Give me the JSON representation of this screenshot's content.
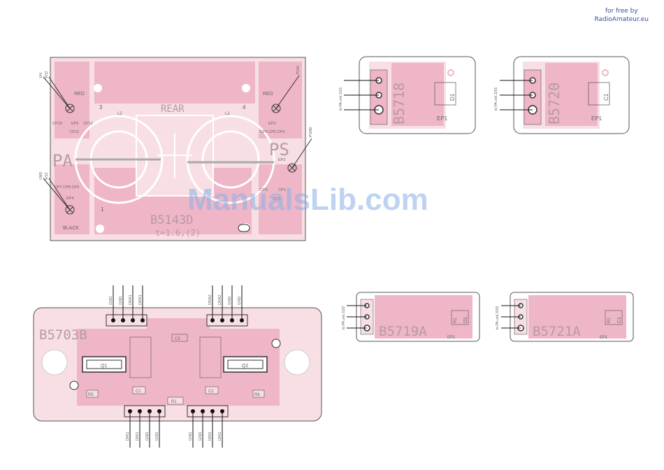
{
  "credit": {
    "line1": "for free by",
    "line2": "RadioAmateur.eu"
  },
  "watermark": "ManualsLib.com",
  "colors": {
    "board": "#f7dfe4",
    "copper": "#efb6c7",
    "outline": "#555555",
    "text": "#b89aa4"
  },
  "board_b5143d": {
    "name": "B5143D",
    "thickness": "t=1.6,(2)",
    "rear": "REAR",
    "pa": "PA",
    "ps": "PS",
    "corner3": "3",
    "corner4": "4",
    "corner1": "1",
    "l2": "L2",
    "l1": "L1",
    "red_left": "RED",
    "red_right": "RED",
    "black": "BLACK",
    "cp10": "CP10",
    "ep5": "EP5",
    "cp12": "CP12",
    "cp11": "CP11",
    "ep3": "EP3",
    "cp6": "CP6 CP5 CP4",
    "ep2": "EP2",
    "cp7": "CP7 CP8 CP9",
    "ep4": "EP4",
    "cp3": "CP3",
    "cp1": "CP1",
    "cp2": "CP2",
    "wire_left_top_a": "W12",
    "wire_left_top_b": "14V",
    "wire_right_top": "P14V",
    "wire_right_mid": "PGND",
    "wire_left_bot_a": "W13",
    "wire_left_bot_b": "GND"
  },
  "board_b5718": {
    "name": "B5718",
    "ep": "EP1",
    "part": "D1",
    "conn": "to PA unit J101"
  },
  "board_b5720": {
    "name": "B5720",
    "ep": "EP1",
    "part": "C1",
    "conn": "to PA unit J201"
  },
  "board_b5719a": {
    "name": "B5719A",
    "ep": "EP1",
    "part": "D1",
    "part2": "R1",
    "conn": "to PA unit J102"
  },
  "board_b5721a": {
    "name": "B5721A",
    "ep": "EP1",
    "part": "C1",
    "part2": "R1",
    "conn": "to PA unit J202"
  },
  "board_b5703b": {
    "name": "B5703B",
    "q1": "Q1",
    "q2": "Q2",
    "c3": "C3",
    "c1": "C1",
    "c2": "C2",
    "r5": "R5",
    "r6": "R6",
    "r1": "R1",
    "top_left_labels": [
      "GND",
      "GND",
      "DRA1",
      "DRA1"
    ],
    "top_right_labels": [
      "DRA2",
      "DRA2",
      "GND",
      "GND"
    ],
    "bottom_left_labels": [
      "DRI1",
      "DRI1",
      "GND",
      "GND"
    ],
    "bottom_right_labels": [
      "GND",
      "GND",
      "DRI2",
      "DRI2"
    ]
  }
}
